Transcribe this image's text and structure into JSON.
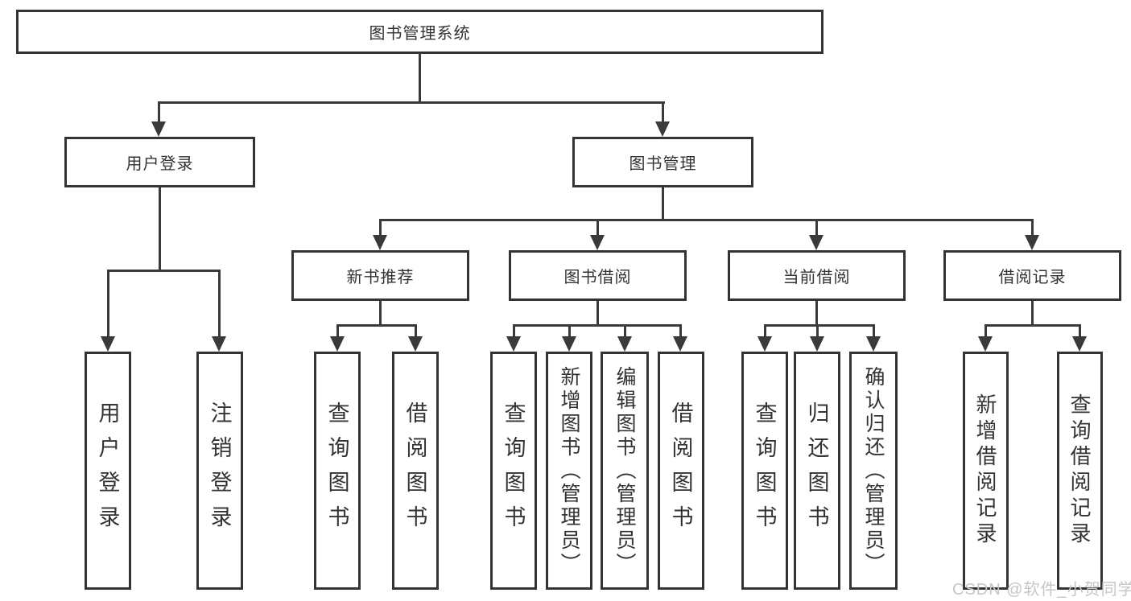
{
  "tree": {
    "root": {
      "label": "图书管理系统"
    },
    "branches": [
      {
        "label": "用户登录",
        "leaves": [
          {
            "label": "用户登录"
          },
          {
            "label": "注销登录"
          }
        ]
      },
      {
        "label": "图书管理",
        "children": [
          {
            "label": "新书推荐",
            "leaves": [
              {
                "label": "查询图书"
              },
              {
                "label": "借阅图书"
              }
            ]
          },
          {
            "label": "图书借阅",
            "leaves": [
              {
                "label": "查询图书"
              },
              {
                "label": "新增图书（管理员）"
              },
              {
                "label": "编辑图书（管理员）"
              },
              {
                "label": "借阅图书"
              }
            ]
          },
          {
            "label": "当前借阅",
            "leaves": [
              {
                "label": "查询图书"
              },
              {
                "label": "归还图书"
              },
              {
                "label": "确认归还（管理员）"
              }
            ]
          },
          {
            "label": "借阅记录",
            "leaves": [
              {
                "label": "新增借阅记录"
              },
              {
                "label": "查询借阅记录"
              }
            ]
          }
        ]
      }
    ]
  },
  "watermark": {
    "text": "CSDN @软件_小贺同学"
  },
  "colors": {
    "line": "#3a3a3a",
    "box_border": "#343434",
    "text": "#333333",
    "background": "#ffffff",
    "watermark_text": "#c6c6c6"
  }
}
